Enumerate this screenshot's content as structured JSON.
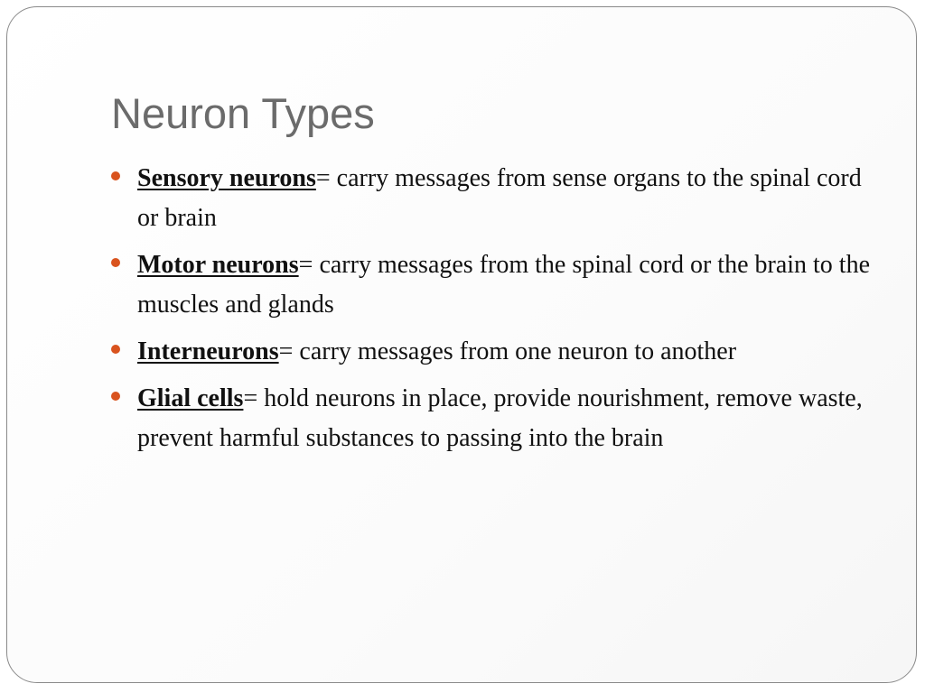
{
  "slide": {
    "title": "Neuron Types",
    "bullets": [
      {
        "term": "Sensory neurons",
        "separator": "=",
        "text": " carry messages from sense organs to the spinal cord or brain"
      },
      {
        "term": "Motor neurons",
        "separator": "=",
        "text": " carry messages from the spinal cord or the brain to the muscles and glands"
      },
      {
        "term": "Interneurons",
        "separator": "=",
        "text": " carry messages from one neuron to another"
      },
      {
        "term": "Glial cells",
        "separator": "=",
        "text": " hold neurons in place, provide nourishment, remove waste, prevent harmful substances to passing into the brain"
      }
    ]
  },
  "colors": {
    "title": "#6b6b6b",
    "bullet_marker": "#d9531e",
    "body_text": "#111111",
    "frame_border": "#8a8a8a"
  },
  "icons": {
    "bullet_marker": "bullet-dot-icon"
  }
}
